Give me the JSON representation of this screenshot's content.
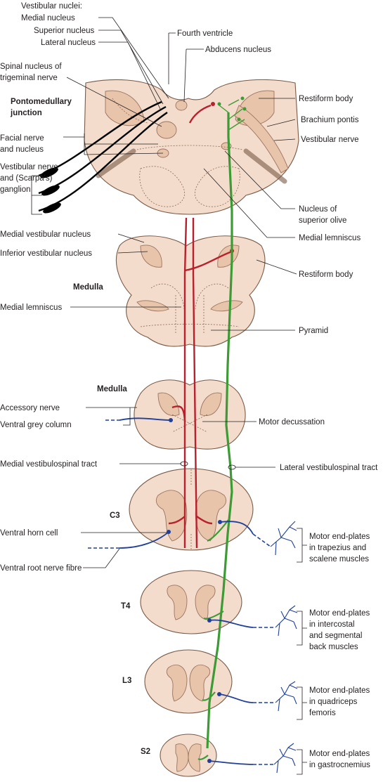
{
  "labels": {
    "vestibular_nuclei": "Vestibular nuclei:",
    "medial_nucleus": "Medial nucleus",
    "superior_nucleus": "Superior nucleus",
    "lateral_nucleus": "Lateral nucleus",
    "fourth_ventricle": "Fourth ventricle",
    "abducens_nucleus": "Abducens nucleus",
    "spinal_trigeminal_1": "Spinal nucleus of",
    "spinal_trigeminal_2": "trigeminal nerve",
    "pontomedullary_1": "Pontomedullary",
    "pontomedullary_2": "junction",
    "restiform_body_top": "Restiform body",
    "brachium_pontis": "Brachium pontis",
    "vestibular_nerve_right": "Vestibular nerve",
    "facial_1": "Facial nerve",
    "facial_2": "and nucleus",
    "scarpa_1": "Vestibular nerve",
    "scarpa_2": "and (Scarpa's)",
    "scarpa_3": "ganglion",
    "superior_olive_1": "Nucleus of",
    "superior_olive_2": "superior olive",
    "medial_lemniscus_top": "Medial lemniscus",
    "medial_vestibular_nucleus": "Medial vestibular nucleus",
    "inferior_vestibular_nucleus": "Inferior vestibular nucleus",
    "medulla_1": "Medulla",
    "restiform_body_mid": "Restiform body",
    "medial_lemniscus_mid": "Medial lemniscus",
    "pyramid": "Pyramid",
    "medulla_2": "Medulla",
    "accessory_nerve": "Accessory nerve",
    "ventral_grey_column": "Ventral grey column",
    "motor_decussation": "Motor decussation",
    "medial_vestibulospinal": "Medial vestibulospinal tract",
    "lateral_vestibulospinal": "Lateral vestibulospinal tract",
    "c3": "C3",
    "ventral_horn_cell": "Ventral horn cell",
    "ventral_root_fibre": "Ventral root nerve fibre",
    "mep_c3_1": "Motor end-plates",
    "mep_c3_2": "in trapezius and",
    "mep_c3_3": "scalene muscles",
    "t4": "T4",
    "mep_t4_1": "Motor end-plates",
    "mep_t4_2": "in intercostal",
    "mep_t4_3": "and segmental",
    "mep_t4_4": "back muscles",
    "l3": "L3",
    "mep_l3_1": "Motor end-plates",
    "mep_l3_2": "in quadriceps",
    "mep_l3_3": "femoris",
    "s2": "S2",
    "mep_s2_1": "Motor end-plates",
    "mep_s2_2": "in gastrocnemius"
  },
  "colors": {
    "tissue": "#f3dccb",
    "grey_matter": "#e8c4ab",
    "medial_tract": "#b8202e",
    "lateral_tract": "#3c9b35",
    "motor_neuron": "#1f3f9a",
    "vestibular_nerve": "#000000"
  }
}
